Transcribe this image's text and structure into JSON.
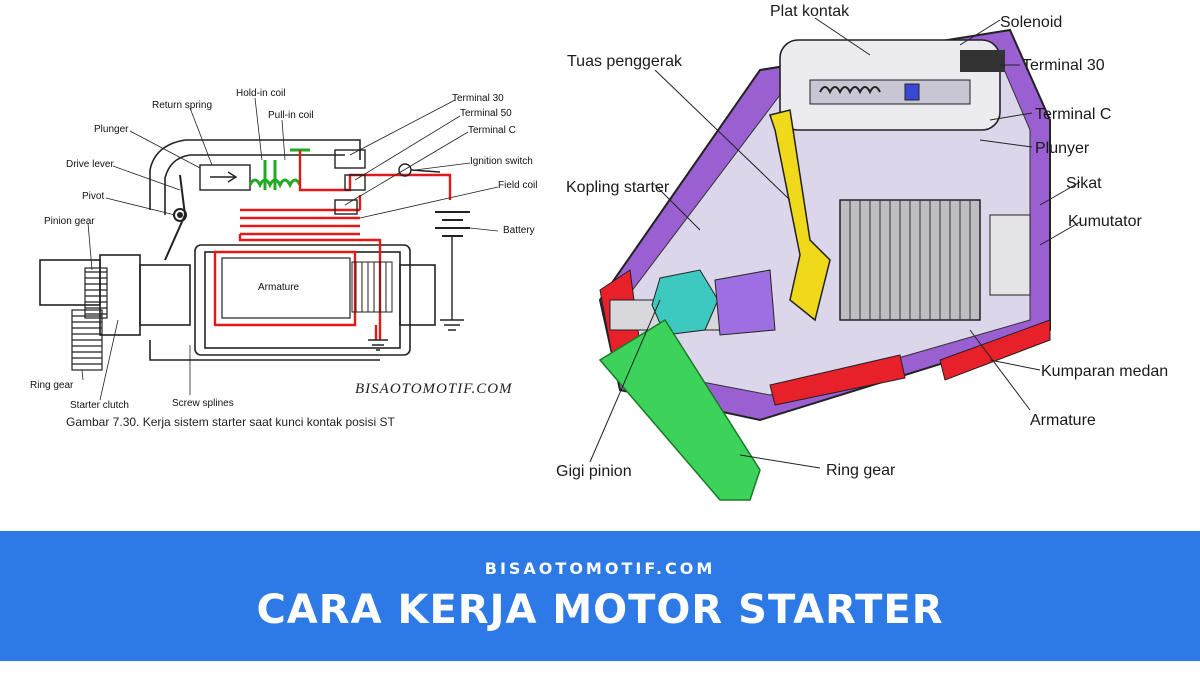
{
  "left_diagram": {
    "labels": {
      "hold_in_coil": "Hold-in coil",
      "return_spring": "Return spring",
      "pull_in_coil": "Pull-in coil",
      "terminal_30": "Terminal 30",
      "terminal_50": "Terminal 50",
      "terminal_c": "Terminal C",
      "plunger": "Plunger",
      "ignition_switch": "Ignition switch",
      "drive_lever": "Drive lever",
      "field_coil": "Field coil",
      "pivot": "Pivot",
      "pinion_gear": "Pinion gear",
      "battery": "Battery",
      "armature": "Armature",
      "ring_gear": "Ring gear",
      "starter_clutch": "Starter clutch",
      "screw_splines": "Screw splines"
    },
    "watermark": "BISAOTOMOTIF.COM",
    "caption": "Gambar 7.30.  Kerja sistem starter saat kunci kontak posisi ST"
  },
  "right_diagram": {
    "labels": {
      "plat_kontak": "Plat kontak",
      "solenoid": "Solenoid",
      "tuas_penggerak": "Tuas penggerak",
      "terminal_30": "Terminal 30",
      "terminal_c": "Terminal C",
      "plunyer": "Plunyer",
      "kopling_starter": "Kopling starter",
      "sikat": "Sikat",
      "kumutator": "Kumutator",
      "kumparan_medan": "Kumparan medan",
      "armature": "Armature",
      "gigi_pinion": "Gigi pinion",
      "ring_gear": "Ring gear"
    }
  },
  "banner": {
    "site": "BISAOTOMOTIF.COM",
    "title": "CARA KERJA MOTOR STARTER",
    "color": "#2d7ae6"
  },
  "colors": {
    "current_red": "#e01919",
    "coil_green": "#22aa22",
    "housing_purple": "#9a5fd0",
    "field_red": "#e8202a",
    "gear_green": "#3dd35a",
    "lever_yellow": "#f0d81a"
  }
}
